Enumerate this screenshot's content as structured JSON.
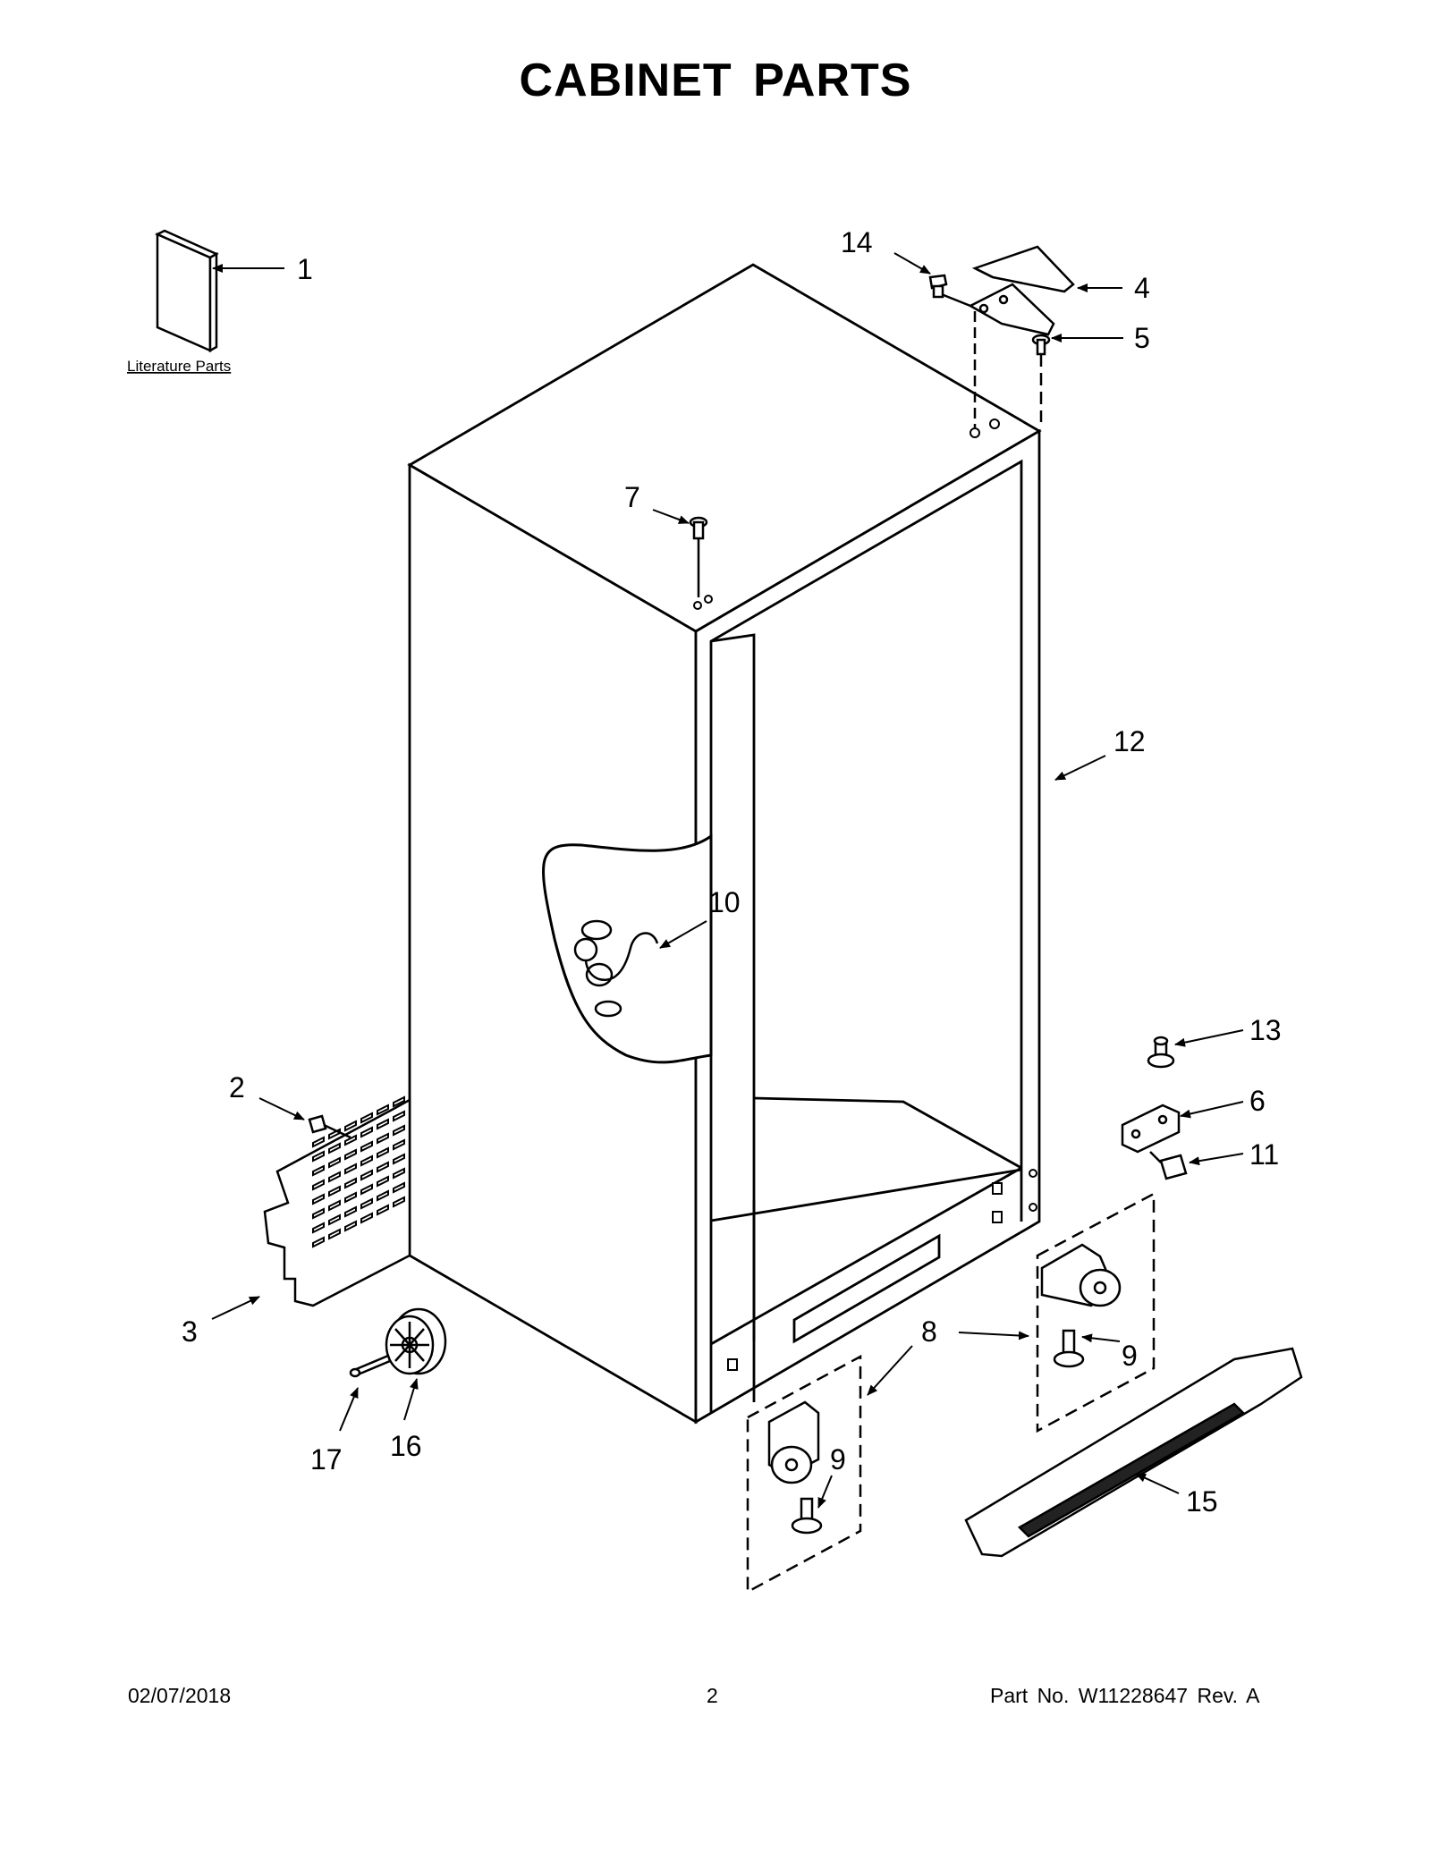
{
  "title": "CABINET PARTS",
  "literature_label": "Literature Parts",
  "callouts": {
    "c1": "1",
    "c2": "2",
    "c3": "3",
    "c4": "4",
    "c5": "5",
    "c6": "6",
    "c7": "7",
    "c8": "8",
    "c9a": "9",
    "c9b": "9",
    "c10": "10",
    "c11": "11",
    "c12": "12",
    "c13": "13",
    "c14": "14",
    "c15": "15",
    "c16": "16",
    "c17": "17"
  },
  "footer": {
    "date": "02/07/2018",
    "page": "2",
    "part": "Part No.  W11228647  Rev.  A"
  }
}
